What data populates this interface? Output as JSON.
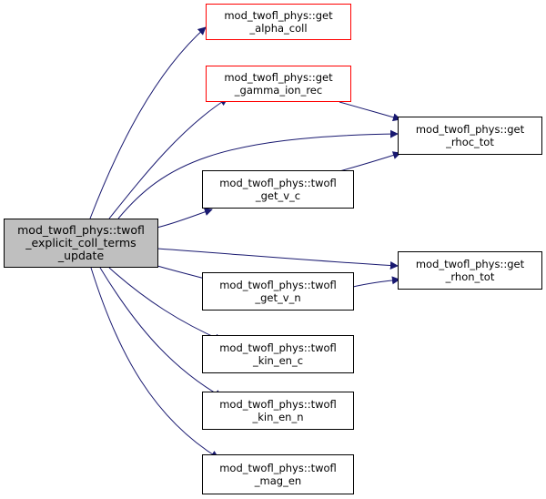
{
  "colors": {
    "edge": "#191970",
    "root_fill": "#bfbfbf",
    "border_black": "#000000",
    "border_red": "#ff0000"
  },
  "nodes": {
    "root": {
      "line1": "mod_twofl_phys::twofl",
      "line2": "_explicit_coll_terms",
      "line3": "_update"
    },
    "alpha": {
      "line1": "mod_twofl_phys::get",
      "line2": "_alpha_coll"
    },
    "gamma": {
      "line1": "mod_twofl_phys::get",
      "line2": "_gamma_ion_rec"
    },
    "rhoc": {
      "line1": "mod_twofl_phys::get",
      "line2": "_rhoc_tot"
    },
    "vc": {
      "line1": "mod_twofl_phys::twofl",
      "line2": "_get_v_c"
    },
    "rhon": {
      "line1": "mod_twofl_phys::get",
      "line2": "_rhon_tot"
    },
    "vn": {
      "line1": "mod_twofl_phys::twofl",
      "line2": "_get_v_n"
    },
    "kinc": {
      "line1": "mod_twofl_phys::twofl",
      "line2": "_kin_en_c"
    },
    "kinn": {
      "line1": "mod_twofl_phys::twofl",
      "line2": "_kin_en_n"
    },
    "magen": {
      "line1": "mod_twofl_phys::twofl",
      "line2": "_mag_en"
    }
  }
}
